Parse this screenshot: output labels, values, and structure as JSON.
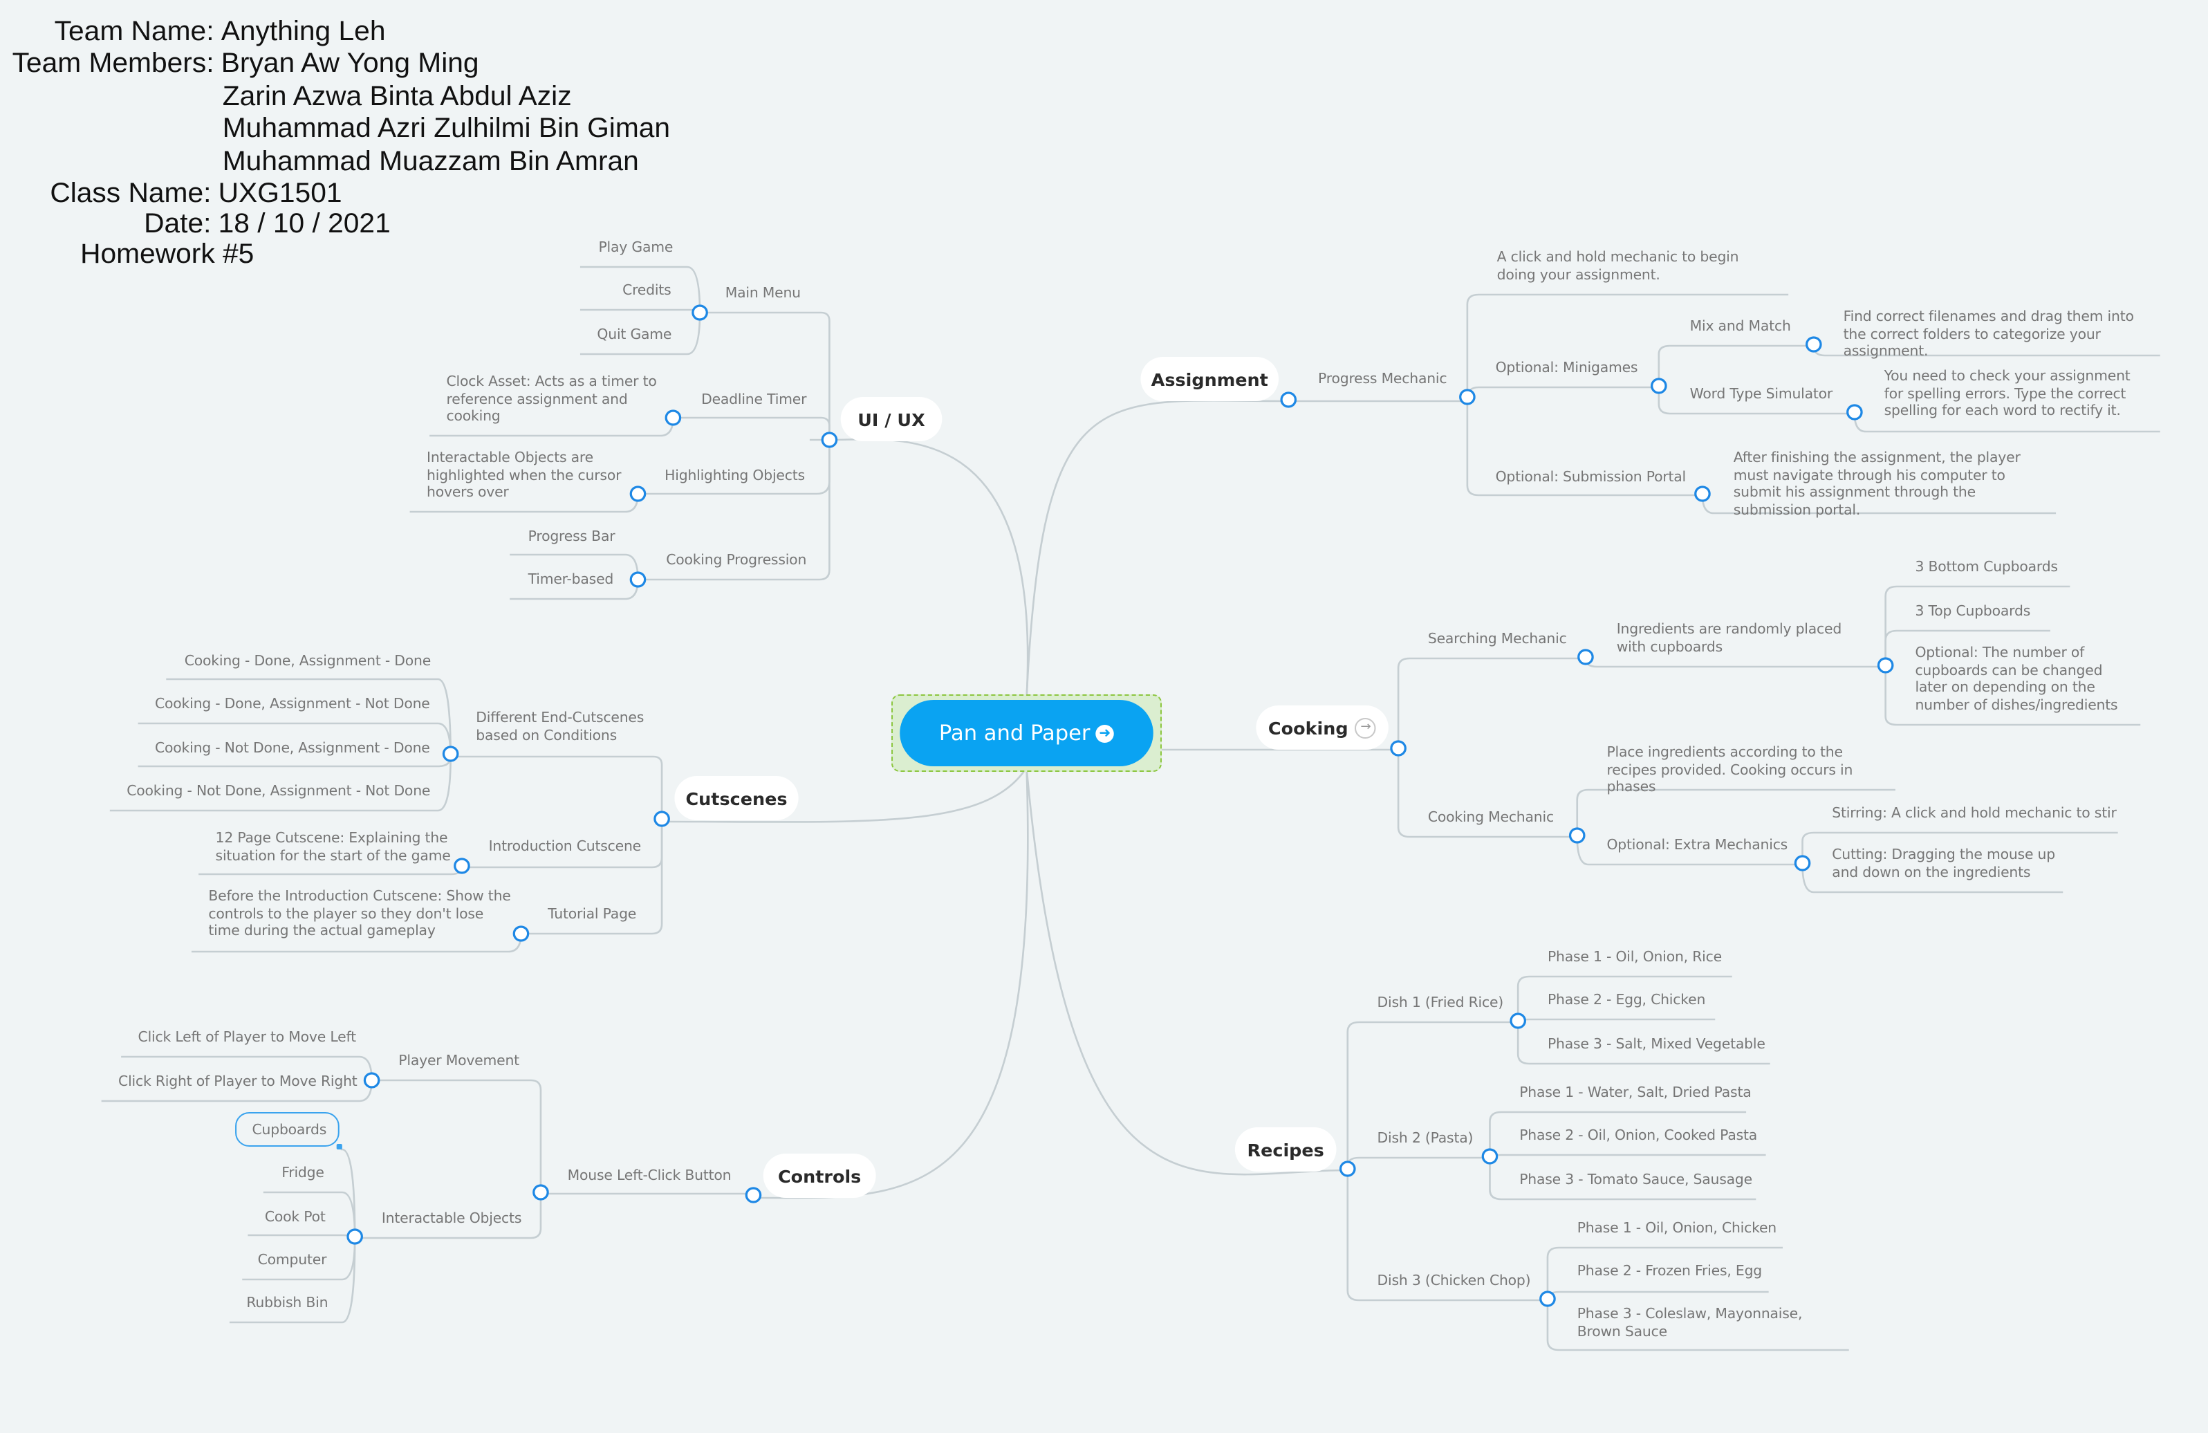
{
  "header": {
    "team_label": "Team Name:",
    "team_name": "Anything Leh",
    "members_label": "Team Members:",
    "members": [
      "Bryan Aw Yong Ming",
      "Zarin Azwa Binta Abdul Aziz",
      "Muhammad Azri Zulhilmi Bin Giman",
      "Muhammad Muazzam Bin Amran"
    ],
    "class_label": "Class Name:",
    "class_name": "UXG1501",
    "date_label": "Date:",
    "date": "18 / 10 / 2021",
    "homework": "Homework #5"
  },
  "central": {
    "label": "Pan and Paper",
    "arrow_icon": "arrow-right-circle-icon"
  },
  "topics": {
    "ui_ux": "UI / UX",
    "cutscenes": "Cutscenes",
    "controls": "Controls",
    "assignment": "Assignment",
    "cooking": "Cooking",
    "recipes": "Recipes"
  },
  "ui_ux": {
    "main_menu": "Main Menu",
    "play_game": "Play Game",
    "credits": "Credits",
    "quit_game": "Quit Game",
    "deadline_timer": "Deadline Timer",
    "clock_asset": "Clock Asset: Acts as a timer to reference assignment and cooking",
    "highlighting_objects": "Highlighting Objects",
    "highlight_desc": "Interactable Objects are highlighted when the cursor hovers over",
    "cooking_progression": "Cooking Progression",
    "progress_bar": "Progress Bar",
    "timer_based": "Timer-based"
  },
  "cutscenes": {
    "end_cutscenes": "Different End-Cutscenes based on Conditions",
    "end_1": "Cooking - Done, Assignment - Done",
    "end_2": "Cooking - Done, Assignment - Not Done",
    "end_3": "Cooking - Not Done, Assignment - Done",
    "end_4": "Cooking - Not Done, Assignment - Not Done",
    "intro": "Introduction Cutscene",
    "intro_desc": "12 Page Cutscene: Explaining the situation for the start of the game",
    "tutorial": "Tutorial Page",
    "tutorial_desc": "Before the Introduction Cutscene: Show the controls to the player so they don't lose time during the actual gameplay"
  },
  "controls": {
    "mouse_left_click": "Mouse Left-Click Button",
    "player_movement": "Player Movement",
    "move_left": "Click Left of Player to Move Left",
    "move_right": "Click Right of Player to Move Right",
    "interactable_objects": "Interactable Objects",
    "cupboards": "Cupboards",
    "fridge": "Fridge",
    "cook_pot": "Cook Pot",
    "computer": "Computer",
    "rubbish_bin": "Rubbish Bin"
  },
  "assignment": {
    "progress_mechanic": "Progress Mechanic",
    "click_hold": "A click and hold mechanic to begin doing your assignment.",
    "minigames": "Optional: Minigames",
    "mix_match": "Mix and Match",
    "mix_match_desc": "Find correct filenames and drag them into the correct folders to categorize your assignment.",
    "word_type": "Word Type Simulator",
    "word_type_desc": "You need to check your assignment for spelling errors. Type the correct spelling for each word to rectify it.",
    "submission_portal": "Optional: Submission Portal",
    "submission_desc": "After finishing the assignment, the player must navigate through his computer to submit his assignment through the submission portal."
  },
  "cooking": {
    "searching": "Searching Mechanic",
    "random_placed": "Ingredients are randomly placed with cupboards",
    "bottom_cupboards": "3 Bottom Cupboards",
    "top_cupboards": "3 Top Cupboards",
    "optional_cupboards": "Optional: The number of cupboards can be changed later on depending on the number of dishes/ingredients",
    "cooking_mechanic": "Cooking Mechanic",
    "place_ingredients": "Place ingredients according to the recipes provided. Cooking occurs in phases",
    "extra_mechanics": "Optional: Extra Mechanics",
    "stirring": "Stirring: A click and hold mechanic to stir",
    "cutting": "Cutting: Dragging the mouse up and down on the ingredients"
  },
  "recipes": {
    "dish1": "Dish 1 (Fried Rice)",
    "d1p1": "Phase 1 - Oil, Onion, Rice",
    "d1p2": "Phase 2 - Egg, Chicken",
    "d1p3": "Phase 3 - Salt, Mixed Vegetable",
    "dish2": "Dish 2 (Pasta)",
    "d2p1": "Phase 1 - Water, Salt, Dried Pasta",
    "d2p2": "Phase 2 - Oil, Onion, Cooked Pasta",
    "d2p3": "Phase 3 - Tomato Sauce, Sausage",
    "dish3": "Dish 3 (Chicken Chop)",
    "d3p1": "Phase 1 - Oil, Onion, Chicken",
    "d3p2": "Phase 2 - Frozen Fries, Egg",
    "d3p3": "Phase 3 - Coleslaw, Mayonnaise, Brown Sauce"
  },
  "colors": {
    "background": "#f0f4f5",
    "central": "#0aa3f2",
    "connector": "#c5ced2",
    "node_circle": "#1e88e5",
    "selection": "#3aa3ee"
  }
}
